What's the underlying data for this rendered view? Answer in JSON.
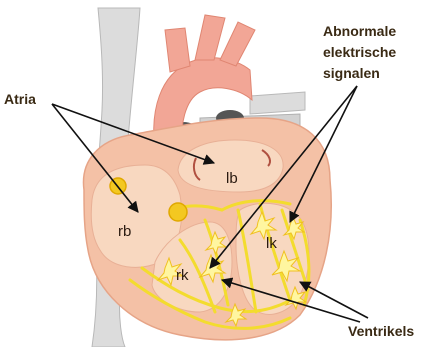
{
  "labels": {
    "atria": "Atria",
    "abnormal_line1": "Abnormale",
    "abnormal_line2": "elektrische",
    "abnormal_line3": "signalen",
    "ventricles": "Ventrikels"
  },
  "chambers": {
    "left_atrium": "lb",
    "right_atrium": "rb",
    "left_ventricle": "lk",
    "right_ventricle": "rk"
  },
  "colors": {
    "vessel_gray": "#dcdcdc",
    "aorta_pink": "#f2a696",
    "muscle_pink": "#f4c1a6",
    "chamber_fill": "#f8d8c0",
    "conduction_yellow": "#f3dc2e",
    "text_dark": "#3a2a14",
    "arrow": "#111111"
  }
}
